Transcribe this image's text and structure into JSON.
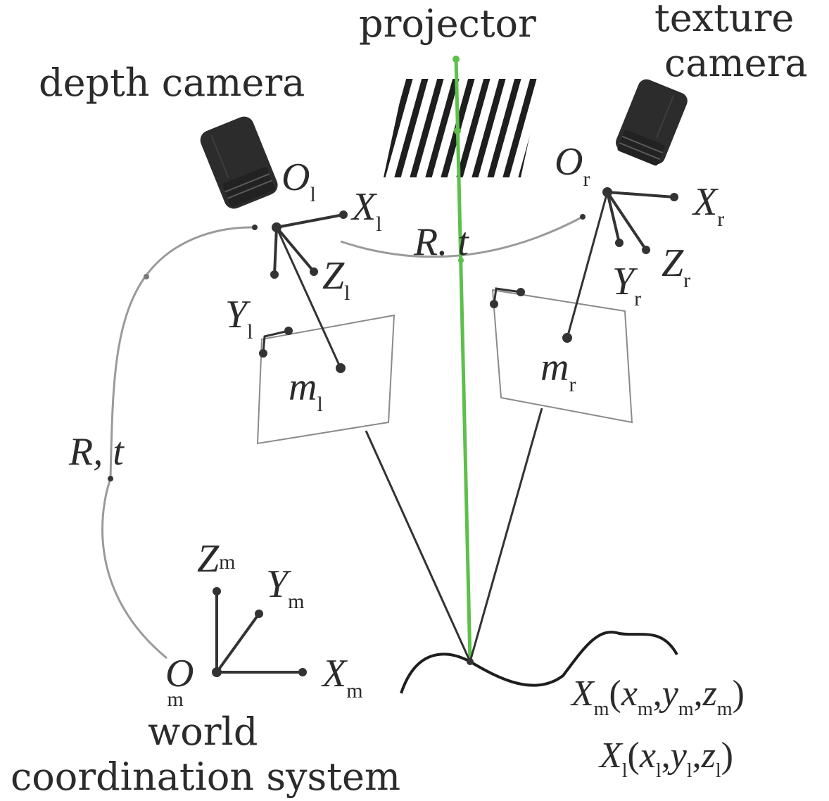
{
  "labels": {
    "projector": "projector",
    "texture_camera_line1": "texture",
    "texture_camera_line2": "camera",
    "depth_camera": "depth camera",
    "world_line1": "world",
    "world_line2": "coordination system"
  },
  "math": {
    "O_l": {
      "base": "O",
      "sub": "l"
    },
    "X_l": {
      "base": "X",
      "sub": "l"
    },
    "Y_l": {
      "base": "Y",
      "sub": "l"
    },
    "Z_l": {
      "base": "Z",
      "sub": "l"
    },
    "O_r": {
      "base": "O",
      "sub": "r"
    },
    "X_r": {
      "base": "X",
      "sub": "r"
    },
    "Y_r": {
      "base": "Y",
      "sub": "r"
    },
    "Z_r": {
      "base": "Z",
      "sub": "r"
    },
    "m_l": {
      "base": "m",
      "sub": "l"
    },
    "m_r": {
      "base": "m",
      "sub": "r"
    },
    "O_m": {
      "base": "O",
      "sub": "m"
    },
    "X_m": {
      "base": "X",
      "sub": "m"
    },
    "Y_m": {
      "base": "Y",
      "sub": "m"
    },
    "Z_m": {
      "base": "Z",
      "sub": "m"
    },
    "Rt_top": "R. t",
    "Rt_left": "R, t",
    "point_world": {
      "X": "X",
      "X_sub": "m",
      "open": "(",
      "x": "x",
      "x_sub": "m",
      "c1": ",",
      "y": "y",
      "y_sub": "m",
      "c2": ",",
      "z": "z",
      "z_sub": "m",
      "close": ")"
    },
    "point_local": {
      "X": "X",
      "X_sub": "l",
      "open": "(",
      "x": "x",
      "x_sub": "l",
      "c1": ",",
      "y": "y",
      "y_sub": "l",
      "c2": ",",
      "z": "z",
      "z_sub": "l",
      "close": ")"
    }
  },
  "colors": {
    "projector_ray": "#5cc04a",
    "lines": "#333333",
    "arc": "#9a9a9a",
    "camera_body": "#2c2c2c"
  }
}
